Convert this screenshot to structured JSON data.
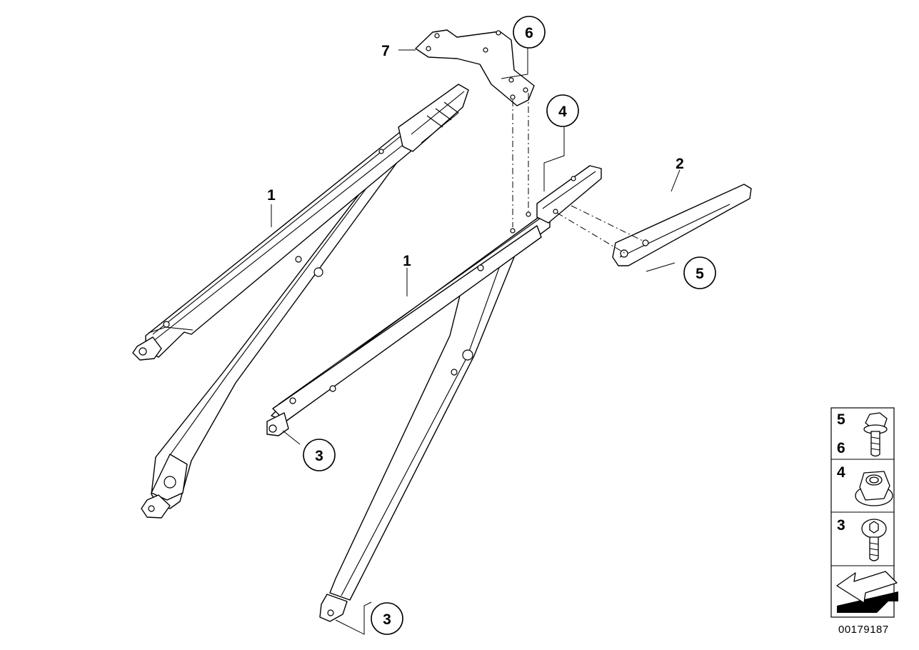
{
  "diagram": {
    "callouts": {
      "strut_left": "1",
      "strut_center": "1",
      "bracket_right": "2",
      "bolt_center": "3",
      "bolt_bottom": "3",
      "nut": "4",
      "bolt_bracket": "5",
      "bolt_plate": "6",
      "mount_plate": "7"
    },
    "legend": {
      "rows": [
        {
          "labels": [
            "5",
            "6"
          ],
          "icon": "hex-flange-bolt-icon"
        },
        {
          "labels": [
            "4"
          ],
          "icon": "hex-flange-nut-icon"
        },
        {
          "labels": [
            "3"
          ],
          "icon": "socket-head-bolt-icon"
        },
        {
          "labels": [],
          "icon": "direction-arrow-icon"
        }
      ]
    },
    "document_number": "00179187"
  }
}
